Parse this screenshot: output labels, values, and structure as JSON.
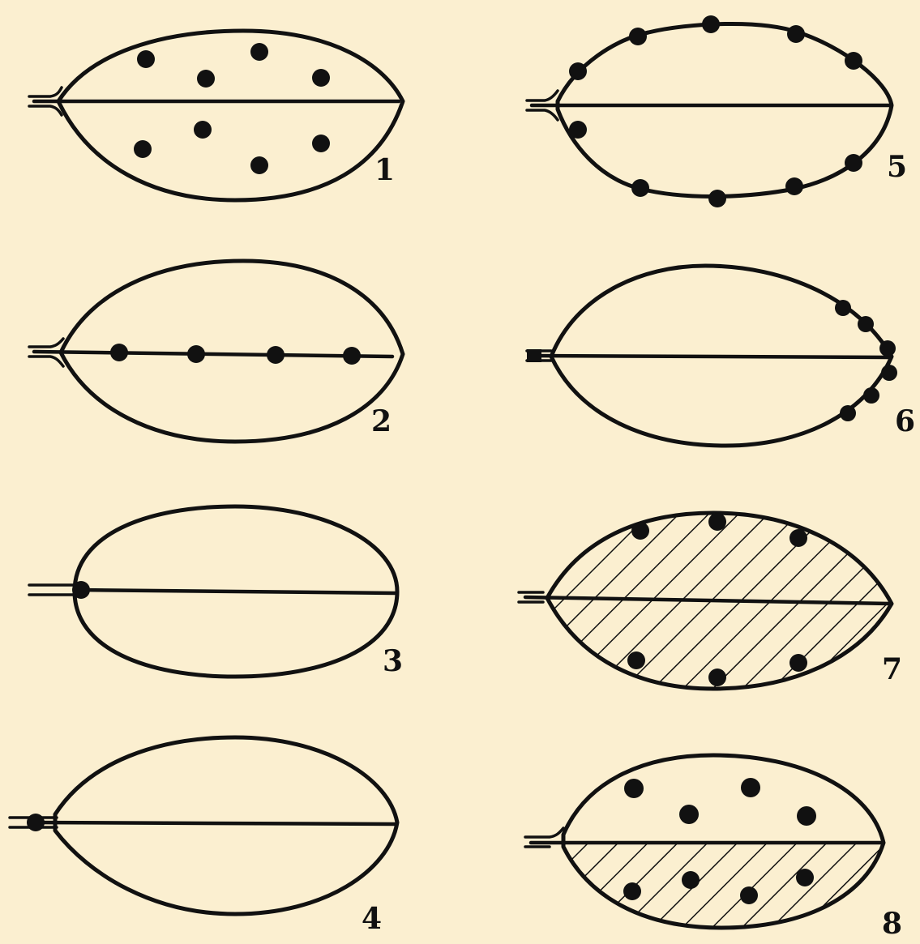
{
  "figure_labels": [
    "1",
    "2",
    "3",
    "4",
    "5",
    "6",
    "7",
    "8"
  ],
  "colors": {
    "background": "#fbefd0",
    "ink": "#111111"
  }
}
